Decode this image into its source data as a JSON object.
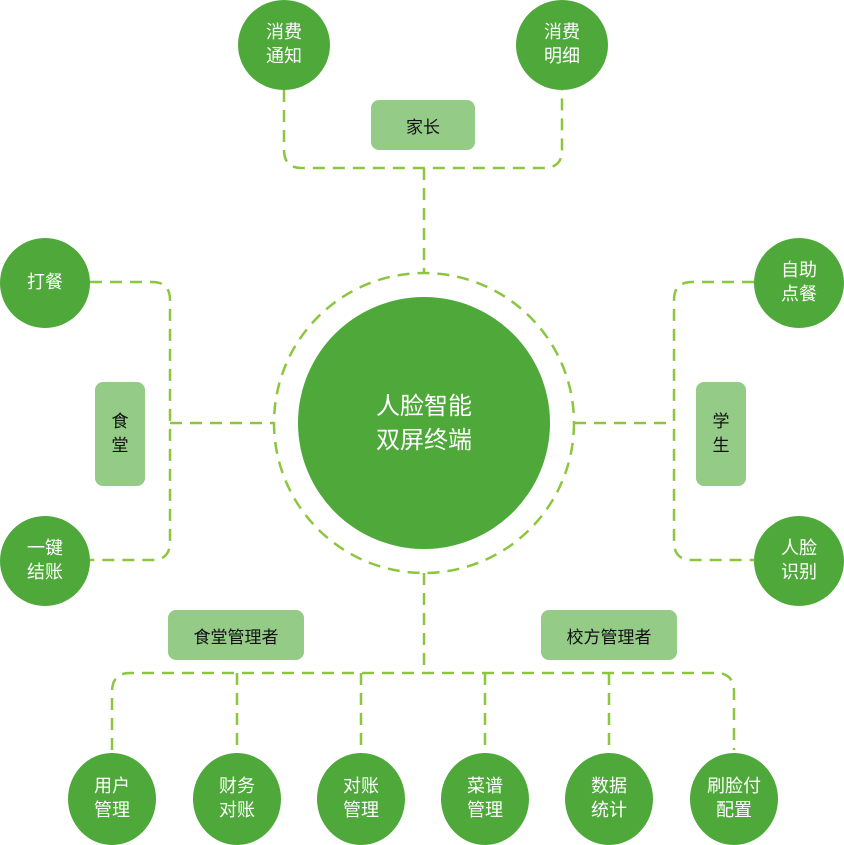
{
  "title": "人脸智能双屏终端功能结构图",
  "colors": {
    "node_green": "#4ea83a",
    "label_green": "#94cb86",
    "dash_green": "#8cc63f"
  },
  "center": {
    "line1": "人脸智能",
    "line2": "双屏终端"
  },
  "parent": {
    "label": "家长",
    "items": [
      {
        "line1": "消费",
        "line2": "通知"
      },
      {
        "line1": "消费",
        "line2": "明细"
      }
    ]
  },
  "canteen": {
    "label_chars": [
      "食",
      "堂"
    ],
    "items": [
      {
        "line1": "打餐",
        "line2": ""
      },
      {
        "line1": "一键",
        "line2": "结账"
      }
    ]
  },
  "student": {
    "label_chars": [
      "学",
      "生"
    ],
    "items": [
      {
        "line1": "自助",
        "line2": "点餐"
      },
      {
        "line1": "人脸",
        "line2": "识别"
      }
    ]
  },
  "managers": {
    "canteen_manager_label": "食堂管理者",
    "school_manager_label": "校方管理者",
    "items": [
      {
        "line1": "用户",
        "line2": "管理"
      },
      {
        "line1": "财务",
        "line2": "对账"
      },
      {
        "line1": "对账",
        "line2": "管理"
      },
      {
        "line1": "菜谱",
        "line2": "管理"
      },
      {
        "line1": "数据",
        "line2": "统计"
      },
      {
        "line1": "刷脸付",
        "line2": "配置"
      }
    ]
  }
}
